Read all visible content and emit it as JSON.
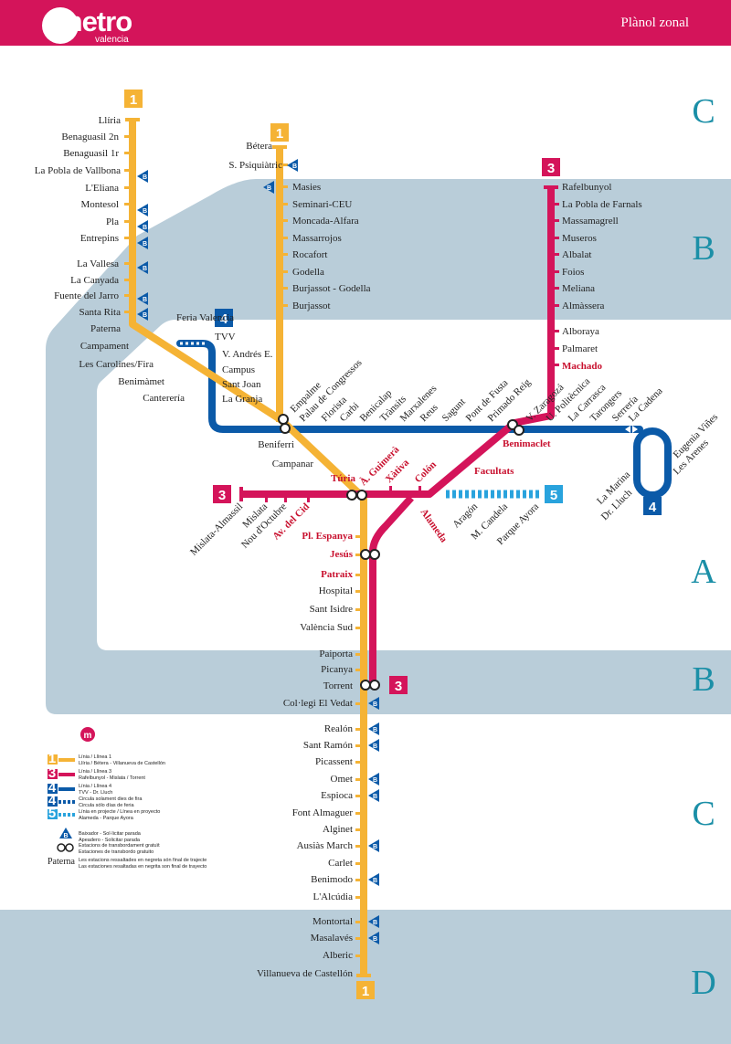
{
  "header": {
    "logo_word": "metro",
    "logo_sub": "valencia",
    "title": "Plànol zonal"
  },
  "zones": {
    "c_top": "C",
    "b_top": "B",
    "a": "A",
    "b_bottom": "B",
    "c_bottom": "C",
    "d": "D"
  },
  "line_numbers": {
    "one": "1",
    "three": "3",
    "four": "4",
    "five": "5"
  },
  "bus_mark": "B",
  "colors": {
    "line1": "#f5b335",
    "line3": "#d4145a",
    "line4": "#0b5aa8",
    "line5": "#29a3dd",
    "zone": "#b9cdd9",
    "label_red": "#c8102e"
  },
  "stations": {
    "llir": "Llíria",
    "benn": "Benaguasil 2n",
    "ben1": "Benaguasil 1r",
    "pobv": "La Pobla de Vallbona",
    "elia": "L'Eliana",
    "mont": "Montesol",
    "pla": "Pla",
    "entr": "Entrepins",
    "vall": "La Vallesa",
    "cany": "La Canyada",
    "fuen": "Fuente del Jarro",
    "srit": "Santa Rita",
    "pate": "Paterna",
    "camp": "Campament",
    "caro": "Les Carolines/Fira",
    "beni": "Benimàmet",
    "cant": "Canterería",
    "bete": "Bétera",
    "psiq": "S. Psiquiàtric",
    "masi": "Masies",
    "sceu": "Seminari-CEU",
    "monc": "Moncada-Alfara",
    "mass": "Massarrojos",
    "roca": "Rocafort",
    "gode": "Godella",
    "burg": "Burjassot - Godella",
    "burj": "Burjassot",
    "rafe": "Rafelbunyol",
    "pobf": "La Pobla de Farnals",
    "mgre": "Massamagrell",
    "muse": "Museros",
    "alba": "Albalat",
    "foio": "Foios",
    "meli": "Meliana",
    "alma": "Almàssera",
    "albo": "Alboraya",
    "palm": "Palmaret",
    "mach": "Machado",
    "feri": "Feria Valencia",
    "tvv": "TVV",
    "vand": "V. Andrés E.",
    "cmps": "Campus",
    "sjoa": "Sant Joan",
    "gran": "La Granja",
    "empa": "Empalme",
    "paco": "Palau de Congressos",
    "flor": "Florista",
    "carb": "Carbi",
    "bcal": "Benicalap",
    "tran": "Trànsits",
    "marx": "Marxalenes",
    "reus": "Reus",
    "sagu": "Sagunt",
    "pfus": "Pont de Fusta",
    "prei": "Primado Reig",
    "vzar": "V. Zaragozá",
    "upol": "U. Politècnica",
    "carr": "La Carrasca",
    "taro": "Tarongers",
    "serr": "Serrería",
    "cade": "La Cadena",
    "bmcl": "Benimaclet",
    "mari": "La Marina",
    "dllu": "Dr. Lluch",
    "eviv": "Eugenia Viñes",
    "aren": "Les Arenes",
    "bfer": "Beniferri",
    "cpnr": "Campanar",
    "turi": "Túria",
    "agui": "À. Guimerà",
    "xati": "Xàtiva",
    "colo": "Colón",
    "fcul": "Facultats",
    "alam": "Alameda",
    "arag": "Aragón",
    "mcan": "M. Candela",
    "pays": "Parque Ayora",
    "mals": "Mislata-Almassil",
    "misl": "Mislata",
    "noct": "Nou d'Octubre",
    "avci": "Av. del Cid",
    "pesp": "Pl. Espanya",
    "jesu": "Jesús",
    "patr": "Patraix",
    "hosp": "Hospital",
    "sisi": "Sant Isidre",
    "vsud": "València Sud",
    "paip": "Paiporta",
    "pica": "Picanya",
    "torr": "Torrent",
    "cved": "Col·legi El Vedat",
    "real": "Realón",
    "sram": "Sant Ramón",
    "pics": "Picassent",
    "omet": "Omet",
    "espi": "Espioca",
    "falm": "Font Almaguer",
    "algi": "Alginet",
    "ausi": "Ausiàs March",
    "carl": "Carlet",
    "bmod": "Benimodo",
    "alcu": "L'Alcúdia",
    "mtal": "Montortal",
    "msal": "Masalavés",
    "albe": "Alberic",
    "vcas": "Villanueva de Castellón"
  },
  "legend": {
    "l1a": "Línia / Llínea 1",
    "l1b": "Llíria / Bétera - Villanueva de Castellón",
    "l3a": "Línia / Llínea 3",
    "l3b": "Rafelbunyol - Mislata / Torrent",
    "l4a": "Línia / Llínea 4",
    "l4b": "TVV - Dr. Lluch",
    "l4fa": "Circula solament dies de fira",
    "l4fb": "Circula sólo días de feria",
    "l5a": "Línia en projecte / Línea en proyecto",
    "l5b": "Alameda - Parque Ayora",
    "busa": "Baixador - Sol·licitar parada",
    "busb": "Apeadero - Solicitar parada",
    "trana": "Estacions de transbordament gratuït",
    "tranb": "Estaciones de transbordo gratuito",
    "term_word": "Paterna",
    "terma": "Les estacions ressaltades en negreta són final de trajecte",
    "termb": "Las estaciones resaltadas en negrita son final de trayecto"
  }
}
